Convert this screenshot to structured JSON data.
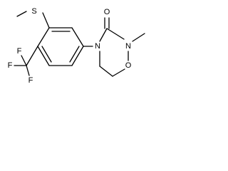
{
  "structure": {
    "atoms": {
      "sulfur": "S",
      "fluorine_top": "F",
      "fluorine_left": "F",
      "fluorine_bottom": "F",
      "carbonyl_oxygen": "O",
      "ring_nitrogen_aryl": "N",
      "ring_nitrogen_methyl": "N",
      "ring_oxygen": "O"
    }
  }
}
